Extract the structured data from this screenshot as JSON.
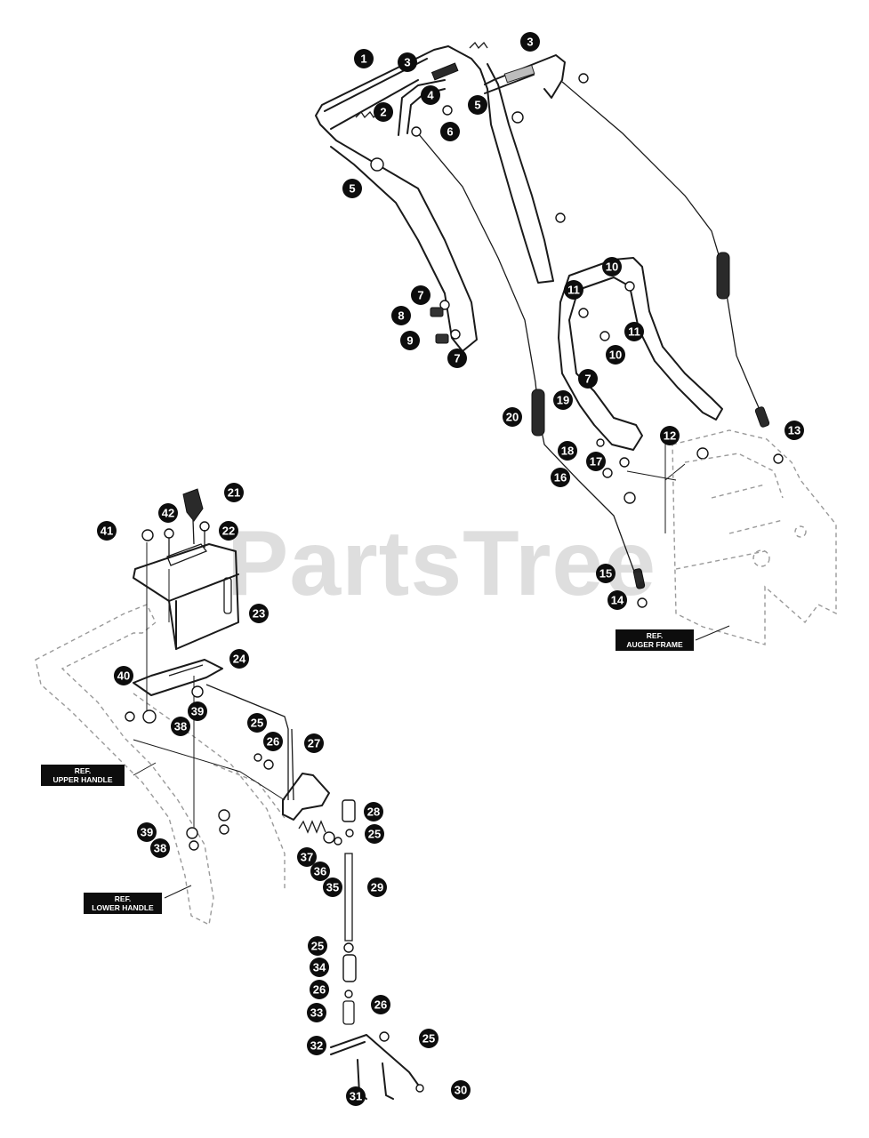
{
  "watermark": "PartsTree",
  "reference_labels": {
    "auger_frame": [
      "REF.",
      "AUGER FRAME"
    ],
    "upper_handle": [
      "REF.",
      "UPPER HANDLE"
    ],
    "lower_handle": [
      "REF.",
      "LOWER HANDLE"
    ]
  },
  "callouts": {
    "c1": "1",
    "c2": "2",
    "c3a": "3",
    "c3b": "3",
    "c4": "4",
    "c5a": "5",
    "c5b": "5",
    "c6": "6",
    "c7a": "7",
    "c7b": "7",
    "c7c": "7",
    "c8": "8",
    "c9": "9",
    "c10a": "10",
    "c10b": "10",
    "c11a": "11",
    "c11b": "11",
    "c12": "12",
    "c13": "13",
    "c14": "14",
    "c15": "15",
    "c16": "16",
    "c17": "17",
    "c18": "18",
    "c19": "19",
    "c20": "20",
    "c21": "21",
    "c22": "22",
    "c23": "23",
    "c24": "24",
    "c25a": "25",
    "c25b": "25",
    "c25c": "25",
    "c25d": "25",
    "c26a": "26",
    "c26b": "26",
    "c26c": "26",
    "c27": "27",
    "c28": "28",
    "c29": "29",
    "c30": "30",
    "c31": "31",
    "c32": "32",
    "c33": "33",
    "c34": "34",
    "c35": "35",
    "c36": "36",
    "c37": "37",
    "c38a": "38",
    "c38b": "38",
    "c39a": "39",
    "c39b": "39",
    "c40": "40",
    "c41": "41",
    "c42": "42"
  }
}
